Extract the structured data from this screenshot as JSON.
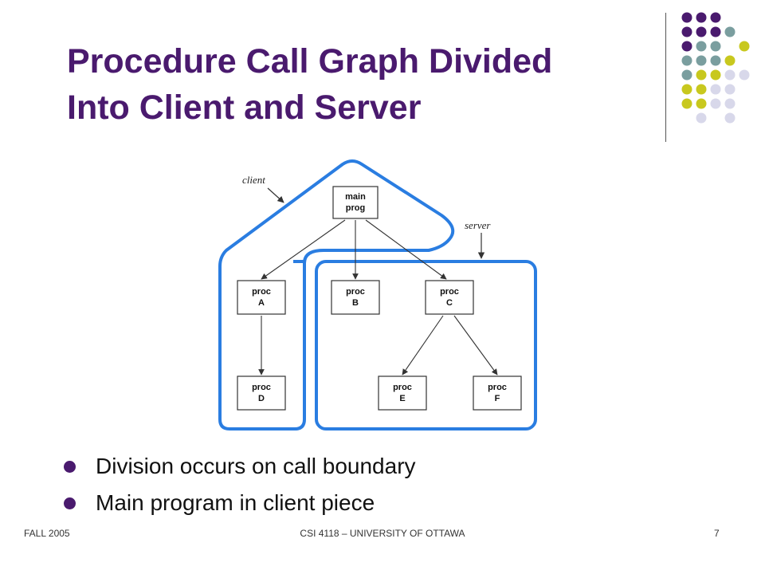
{
  "title": {
    "line1": "Procedure Call Graph Divided",
    "line2": "Into Client and Server"
  },
  "diagram": {
    "client_label": "client",
    "server_label": "server",
    "nodes": [
      {
        "id": "main",
        "line1": "main",
        "line2": "prog"
      },
      {
        "id": "A",
        "line1": "proc",
        "line2": "A"
      },
      {
        "id": "B",
        "line1": "proc",
        "line2": "B"
      },
      {
        "id": "C",
        "line1": "proc",
        "line2": "C"
      },
      {
        "id": "D",
        "line1": "proc",
        "line2": "D"
      },
      {
        "id": "E",
        "line1": "proc",
        "line2": "E"
      },
      {
        "id": "F",
        "line1": "proc",
        "line2": "F"
      }
    ],
    "edges": [
      [
        "main",
        "A"
      ],
      [
        "main",
        "B"
      ],
      [
        "main",
        "C"
      ],
      [
        "A",
        "D"
      ],
      [
        "C",
        "E"
      ],
      [
        "C",
        "F"
      ]
    ],
    "client_boundary_color": "#2a7de1",
    "server_boundary_color": "#2a7de1"
  },
  "bullets": [
    "Division occurs on call boundary",
    "Main program in client piece"
  ],
  "footer": {
    "left": "FALL 2005",
    "center": "CSI 4118 – UNIVERSITY  OF OTTAWA",
    "right": "7"
  },
  "colors": {
    "title": "#4a1a6e",
    "dot_purple": "#4a1a6e",
    "dot_teal": "#7a9e9f",
    "dot_yellow": "#c8c81e",
    "dot_lavender": "#d8d8ea"
  }
}
